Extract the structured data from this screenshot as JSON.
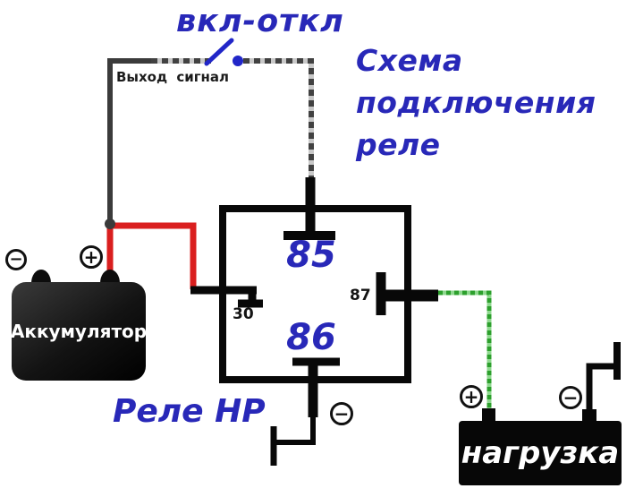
{
  "header": {
    "switch_label": "вкл-откл",
    "scheme_title": "Схема подключения реле",
    "scheme_title_lines": [
      "Схема",
      "подключения",
      "реле"
    ]
  },
  "signal": {
    "label": "Выход сигнал"
  },
  "relay": {
    "name": "Реле НР",
    "pins": {
      "p85": "85",
      "p86": "86",
      "p30": "30",
      "p87": "87"
    }
  },
  "battery": {
    "label": "Аккумулятор",
    "plus": "+",
    "minus": "−"
  },
  "load": {
    "label": "нагрузка",
    "plus": "+",
    "minus": "−"
  },
  "ground": {
    "minus": "−"
  },
  "colors": {
    "label_blue": "#2828b8",
    "switch_blue": "#2126c8",
    "wire_red": "#da1f1f",
    "wire_green": "#2da02d",
    "wire_green_light": "#8ed88e",
    "wire_gray": "#3b3b3b",
    "wire_gray_light": "#c8c8c8",
    "component_black": "#080808"
  }
}
